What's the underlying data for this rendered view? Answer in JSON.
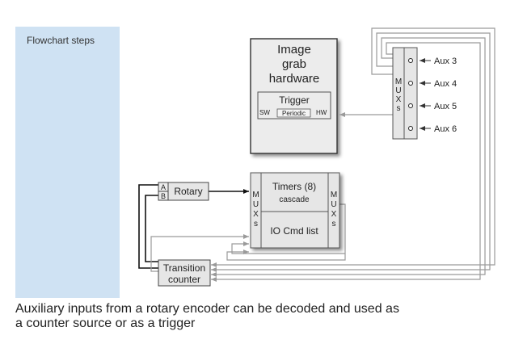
{
  "sidebar": {
    "title": "Flowchart steps"
  },
  "image_grab": {
    "title_lines": [
      "Image",
      "grab",
      "hardware"
    ]
  },
  "trigger": {
    "label": "Trigger",
    "sw": "SW",
    "periodic": "Periodic",
    "hw": "HW"
  },
  "aux_mux": {
    "letters": [
      "M",
      "U",
      "X",
      "s"
    ]
  },
  "aux_inputs": [
    "Aux 3",
    "Aux 4",
    "Aux 5",
    "Aux 6"
  ],
  "rotary": {
    "label": "Rotary",
    "a": "A",
    "b": "B"
  },
  "timers": {
    "title": "Timers (8)",
    "sub": "cascade",
    "io": "IO Cmd list"
  },
  "left_mux": {
    "letters": [
      "M",
      "U",
      "X",
      "s"
    ]
  },
  "right_mux": {
    "letters": [
      "M",
      "U",
      "X",
      "s"
    ]
  },
  "transition": {
    "line1": "Transition",
    "line2": "counter"
  },
  "caption": {
    "line1": "Auxiliary inputs from a rotary encoder can be decoded and used as",
    "line2": "a counter source or as a trigger"
  },
  "colors": {
    "sidebar": "#cfe2f3",
    "box_fill": "#e6e6e6",
    "box_stroke": "#555555",
    "line_gray": "#9a9a9a",
    "line_black": "#111111"
  }
}
